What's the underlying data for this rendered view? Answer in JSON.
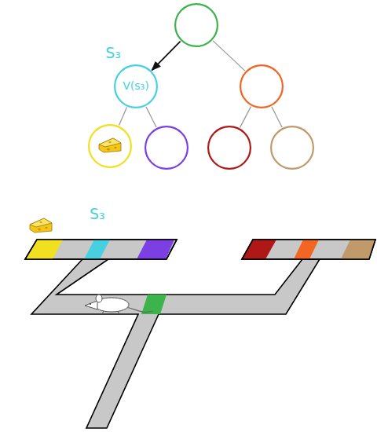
{
  "diagram": {
    "nodes": [
      {
        "text": []
      },
      {
        "text": [
          "S₃",
          "V(s₃)"
        ]
      },
      {
        "text": []
      },
      {
        "text": []
      },
      {
        "text": []
      },
      {
        "text": []
      },
      {
        "text": []
      }
    ],
    "edges": [
      {
        "from": 0,
        "to": 1,
        "arrow": "to"
      },
      {
        "from": 0,
        "to": 2,
        "arrow": "none"
      },
      {
        "from": 1,
        "to": 3,
        "arrow": "none"
      },
      {
        "from": 1,
        "to": 4,
        "arrow": "none"
      },
      {
        "from": 2,
        "to": 5,
        "arrow": "none"
      },
      {
        "from": 2,
        "to": 6,
        "arrow": "none"
      }
    ],
    "labels": [
      "S₃"
    ]
  }
}
